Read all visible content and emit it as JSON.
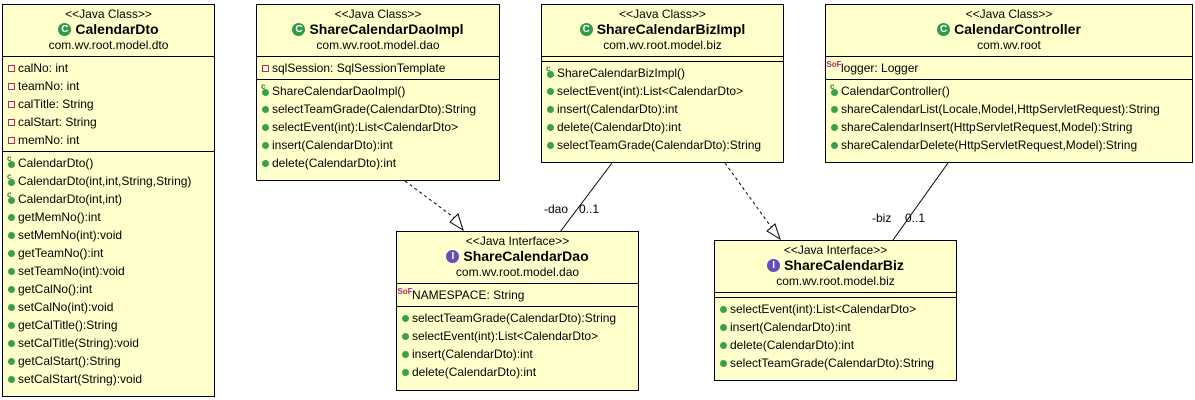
{
  "classes": {
    "calendar_dto": {
      "stereotype": "<<Java Class>>",
      "name": "CalendarDto",
      "package": "com.wv.root.model.dto",
      "attributes": [
        "calNo: int",
        "teamNo: int",
        "calTitle: String",
        "calStart: String",
        "memNo: int"
      ],
      "methods": [
        "CalendarDto()",
        "CalendarDto(int,int,String,String)",
        "CalendarDto(int,int)",
        "getMemNo():int",
        "setMemNo(int):void",
        "getTeamNo():int",
        "setTeamNo(int):void",
        "getCalNo():int",
        "setCalNo(int):void",
        "getCalTitle():String",
        "setCalTitle(String):void",
        "getCalStart():String",
        "setCalStart(String):void"
      ]
    },
    "share_calendar_dao_impl": {
      "stereotype": "<<Java Class>>",
      "name": "ShareCalendarDaoImpl",
      "package": "com.wv.root.model.dao",
      "attributes": [
        "sqlSession: SqlSessionTemplate"
      ],
      "methods": [
        "ShareCalendarDaoImpl()",
        "selectTeamGrade(CalendarDto):String",
        "selectEvent(int):List<CalendarDto>",
        "insert(CalendarDto):int",
        "delete(CalendarDto):int"
      ]
    },
    "share_calendar_biz_impl": {
      "stereotype": "<<Java Class>>",
      "name": "ShareCalendarBizImpl",
      "package": "com.wv.root.model.biz",
      "attributes": [],
      "methods": [
        "ShareCalendarBizImpl()",
        "selectEvent(int):List<CalendarDto>",
        "insert(CalendarDto):int",
        "delete(CalendarDto):int",
        "selectTeamGrade(CalendarDto):String"
      ]
    },
    "calendar_controller": {
      "stereotype": "<<Java Class>>",
      "name": "CalendarController",
      "package": "com.wv.root",
      "attributes": [
        "logger: Logger"
      ],
      "methods": [
        "CalendarController()",
        "shareCalendarList(Locale,Model,HttpServletRequest):String",
        "shareCalendarInsert(HttpServletRequest,Model):String",
        "shareCalendarDelete(HttpServletRequest,Model):String"
      ]
    },
    "share_calendar_dao": {
      "stereotype": "<<Java Interface>>",
      "name": "ShareCalendarDao",
      "package": "com.wv.root.model.dao",
      "attributes": [
        "NAMESPACE: String"
      ],
      "methods": [
        "selectTeamGrade(CalendarDto):String",
        "selectEvent(int):List<CalendarDto>",
        "insert(CalendarDto):int",
        "delete(CalendarDto):int"
      ]
    },
    "share_calendar_biz": {
      "stereotype": "<<Java Interface>>",
      "name": "ShareCalendarBiz",
      "package": "com.wv.root.model.biz",
      "attributes": [],
      "methods": [
        "selectEvent(int):List<CalendarDto>",
        "insert(CalendarDto):int",
        "delete(CalendarDto):int",
        "selectTeamGrade(CalendarDto):String"
      ]
    }
  },
  "edge_labels": {
    "dao_role": "-dao",
    "dao_multiplicity": "0..1",
    "biz_role": "-biz",
    "biz_multiplicity": "0..1"
  },
  "colors": {
    "class_fill": "#ffffcc",
    "class_badge": "#2f9b4a",
    "interface_badge": "#6a4ab8",
    "private_field": "#c03030",
    "public_method": "#3aa04a"
  }
}
